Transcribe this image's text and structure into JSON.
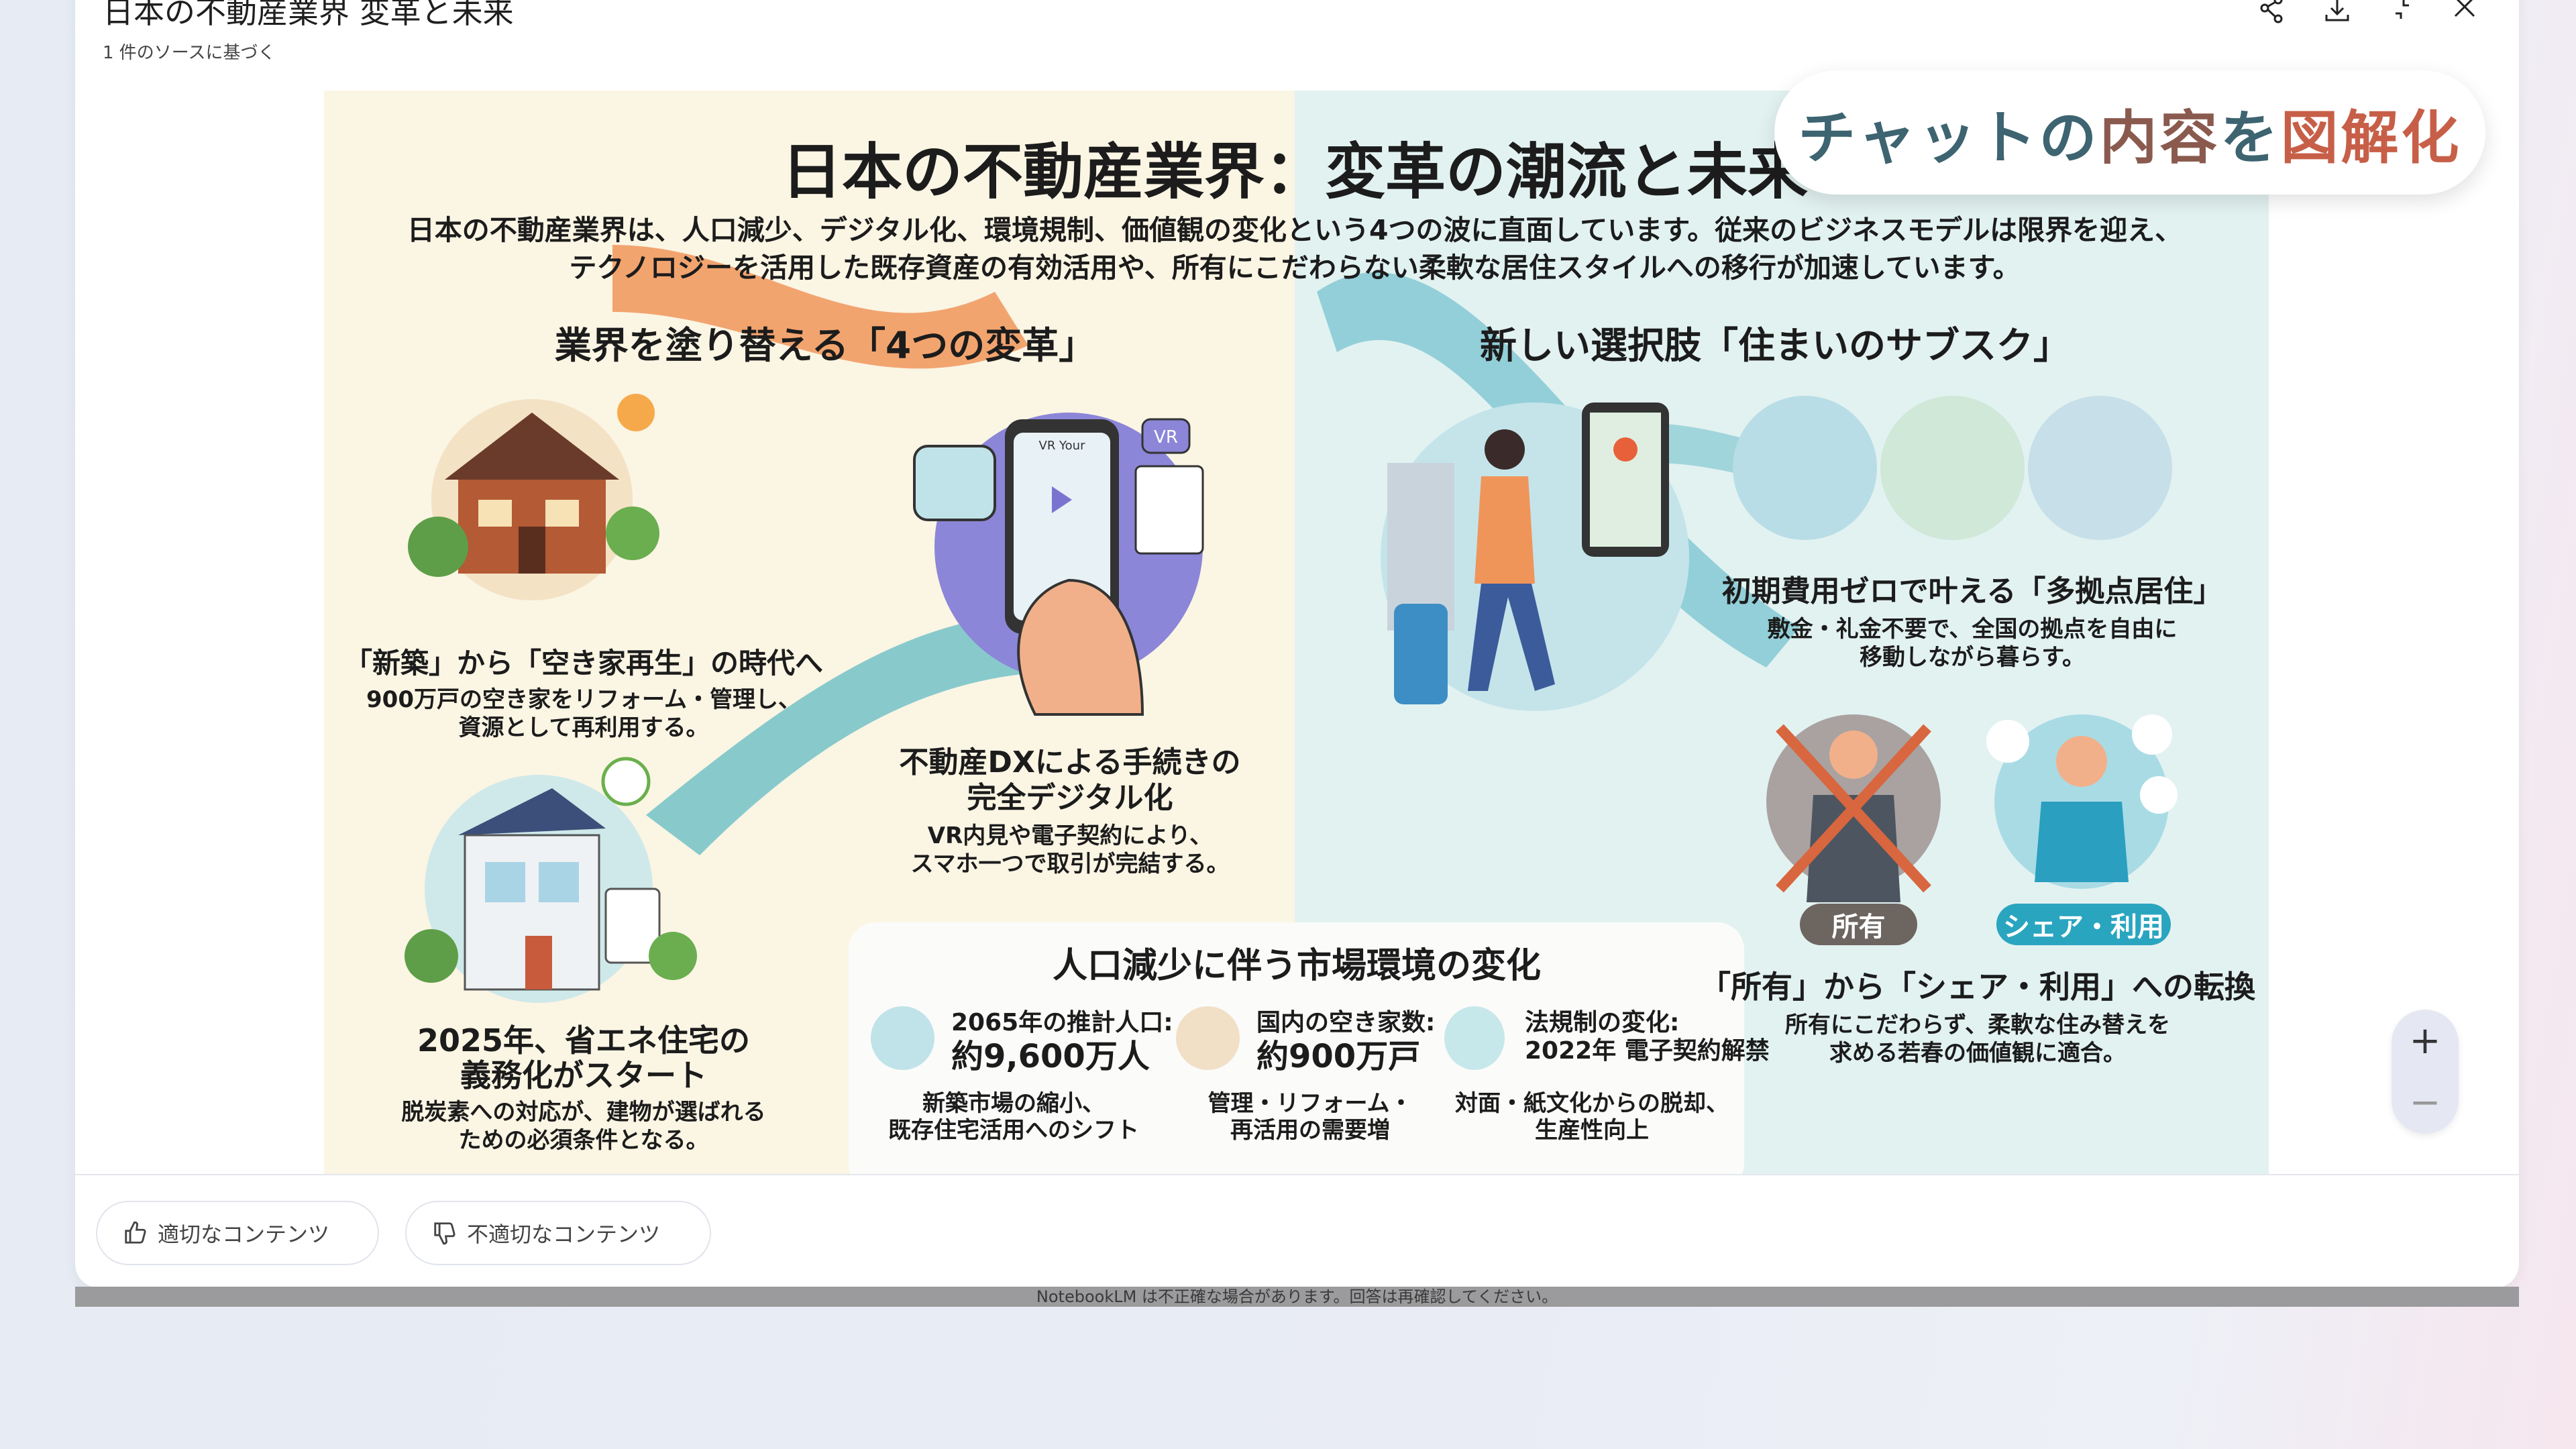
{
  "modal": {
    "title": "日本の不動産業界 変革と未来",
    "subtitle": "1 件のソースに基づく",
    "toolbar_icons": [
      "share-icon",
      "download-icon",
      "collapse-icon",
      "close-icon"
    ]
  },
  "infographic": {
    "title": "日本の不動産業界：変革の潮流と未来",
    "summary": [
      "日本の不動産業界は、人口減少、デジタル化、環境規制、価値観の変化という4つの波に直面しています。従来のビジネスモデルは限界を迎え、",
      "テクノロジーを活用した既存資産の有効活用や、所有にこだわらない柔軟な居住スタイルへの移行が加速しています。"
    ],
    "left_heading": "業界を塗り替える「4つの変革」",
    "right_heading": "新しい選択肢「住まいのサブスク」",
    "items": [
      {
        "heading": [
          "「新築」から「空き家再生」の時代へ"
        ],
        "desc": [
          "900万戸の空き家をリフォーム・管理し、",
          "資源として再利用する。"
        ]
      },
      {
        "heading": [
          "不動産DXによる手続きの",
          "完全デジタル化"
        ],
        "desc": [
          "VR内見や電子契約により、",
          "スマホ一つで取引が完結する。"
        ],
        "screen_label": "VR Your",
        "vr_tag": "VR"
      },
      {
        "heading": [
          "2025年、省エネ住宅の",
          "義務化がスタート"
        ],
        "desc": [
          "脱炭素への対応が、建物が選ばれる",
          "ための必須条件となる。"
        ]
      },
      {
        "heading": [
          "初期費用ゼロで叶える「多拠点居住」"
        ],
        "desc": [
          "敷金・礼金不要で、全国の拠点を自由に",
          "移動しながら暮らす。"
        ]
      },
      {
        "heading": [
          "「所有」から「シェア・利用」への転換"
        ],
        "desc": [
          "所有にこだわらず、柔軟な住み替えを",
          "求める若春の価値観に適合。"
        ],
        "pill_own": "所有",
        "pill_share": "シェア・利用"
      }
    ],
    "market": {
      "heading": "人口減少に伴う市場環境の変化",
      "stats": [
        {
          "label": "2065年の推計人口:",
          "value": "約9,600万人",
          "desc": [
            "新築市場の縮小、",
            "既存住宅活用へのシフト"
          ],
          "icon": "people-icon"
        },
        {
          "label": "国内の空き家数:",
          "value": "約900万戸",
          "desc": [
            "管理・リフォーム・",
            "再活用の需要増"
          ],
          "icon": "house-icon"
        },
        {
          "label": "法規制の変化:",
          "value": "2022年 電子契約解禁",
          "desc": [
            "対面・紙文化からの脱却、",
            "生産性向上"
          ],
          "icon": "document-icon"
        }
      ]
    },
    "colors": {
      "left_bg": "#fbf5e4",
      "right_bg": "#e2f2f1",
      "orange": "#f0955a",
      "teal": "#5fb8c8",
      "own_pill": "#6d6560",
      "share_pill": "#2aa5c0"
    }
  },
  "feedback": {
    "good": "適切なコンテンツ",
    "bad": "不適切なコンテンツ"
  },
  "zoom": {
    "in": "+",
    "out": "−"
  },
  "disclaimer": "NotebookLM は不正確な場合があります。回答は再確認してください。",
  "badge": {
    "part1": "チャットの",
    "part2": "内容",
    "part3": "を",
    "part4": "図解化",
    "color_teal": "#3d6470",
    "color_red": "#c75f48"
  }
}
